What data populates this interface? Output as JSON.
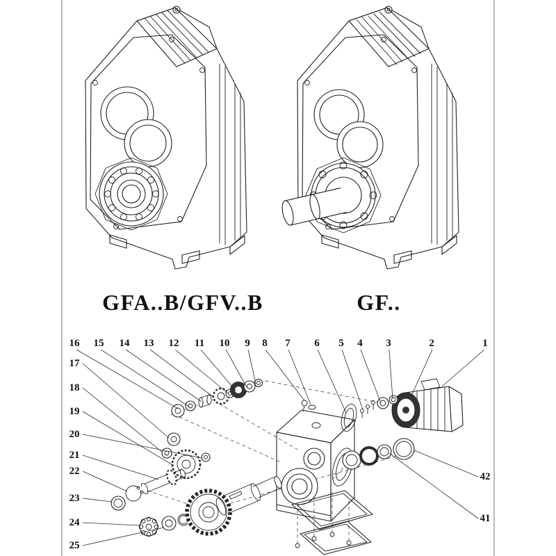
{
  "figures": {
    "left": {
      "label": "GFA..B/GFV..B"
    },
    "right": {
      "label": "GF.."
    }
  },
  "exploded_view": {
    "top_row_numbers": [
      "16",
      "15",
      "14",
      "13",
      "12",
      "11",
      "10",
      "9",
      "8",
      "7",
      "6",
      "5",
      "4",
      "3",
      "2",
      "1"
    ],
    "left_column_numbers": [
      "17",
      "18",
      "19",
      "20",
      "21",
      "22",
      "23",
      "24",
      "25"
    ],
    "right_column_numbers": [
      "42",
      "41"
    ]
  },
  "colors": {
    "line": "#1f1f1f",
    "background": "#ffffff",
    "dark_fill": "#333333"
  }
}
